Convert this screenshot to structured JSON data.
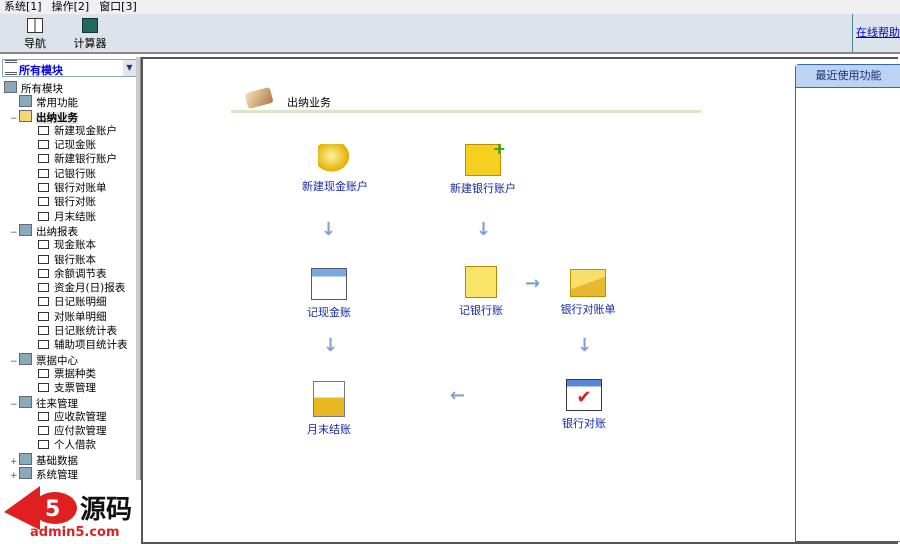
{
  "menu": [
    "系统[1]",
    "操作[2]",
    "窗口[3]"
  ],
  "toolbar": {
    "nav": "导航",
    "calc": "计算器",
    "help": "在线帮助"
  },
  "left": {
    "selector": "所有模块",
    "tree": [
      {
        "t": "所有模块",
        "lvl": 0,
        "kind": "root"
      },
      {
        "t": "常用功能",
        "lvl": 1,
        "kind": "folder"
      },
      {
        "t": "出纳业务",
        "lvl": 1,
        "kind": "open",
        "bold": true
      },
      {
        "t": "新建现金账户",
        "lvl": 2
      },
      {
        "t": "记现金账",
        "lvl": 2
      },
      {
        "t": "新建银行账户",
        "lvl": 2
      },
      {
        "t": "记银行账",
        "lvl": 2
      },
      {
        "t": "银行对账单",
        "lvl": 2
      },
      {
        "t": "银行对账",
        "lvl": 2
      },
      {
        "t": "月末结账",
        "lvl": 2
      },
      {
        "t": "出纳报表",
        "lvl": 1,
        "kind": "folder",
        "pm": "−"
      },
      {
        "t": "现金账本",
        "lvl": 2
      },
      {
        "t": "银行账本",
        "lvl": 2
      },
      {
        "t": "余额调节表",
        "lvl": 2
      },
      {
        "t": "资金月(日)报表",
        "lvl": 2
      },
      {
        "t": "日记账明细",
        "lvl": 2
      },
      {
        "t": "对账单明细",
        "lvl": 2
      },
      {
        "t": "日记账统计表",
        "lvl": 2
      },
      {
        "t": "辅助项目统计表",
        "lvl": 2
      },
      {
        "t": "票据中心",
        "lvl": 1,
        "kind": "folder",
        "pm": "−"
      },
      {
        "t": "票据种类",
        "lvl": 2
      },
      {
        "t": "支票管理",
        "lvl": 2
      },
      {
        "t": "往来管理",
        "lvl": 1,
        "kind": "folder",
        "pm": "−"
      },
      {
        "t": "应收款管理",
        "lvl": 2
      },
      {
        "t": "应付款管理",
        "lvl": 2
      },
      {
        "t": "个人借款",
        "lvl": 2
      },
      {
        "t": "基础数据",
        "lvl": 1,
        "kind": "folder",
        "pm": "+"
      },
      {
        "t": "系统管理",
        "lvl": 1,
        "kind": "folder",
        "pm": "+"
      }
    ]
  },
  "main": {
    "title": "出纳业务",
    "nodes": {
      "new_cash": "新建现金账户",
      "new_bank": "新建银行账户",
      "cash_journal": "记现金账",
      "bank_journal": "记银行账",
      "bank_statement": "银行对账单",
      "reconcile": "银行对账",
      "month_end": "月末结账"
    }
  },
  "recent": {
    "title": "最近使用功能"
  },
  "watermark": {
    "brand": "a5源码",
    "url": "admin5.com"
  }
}
